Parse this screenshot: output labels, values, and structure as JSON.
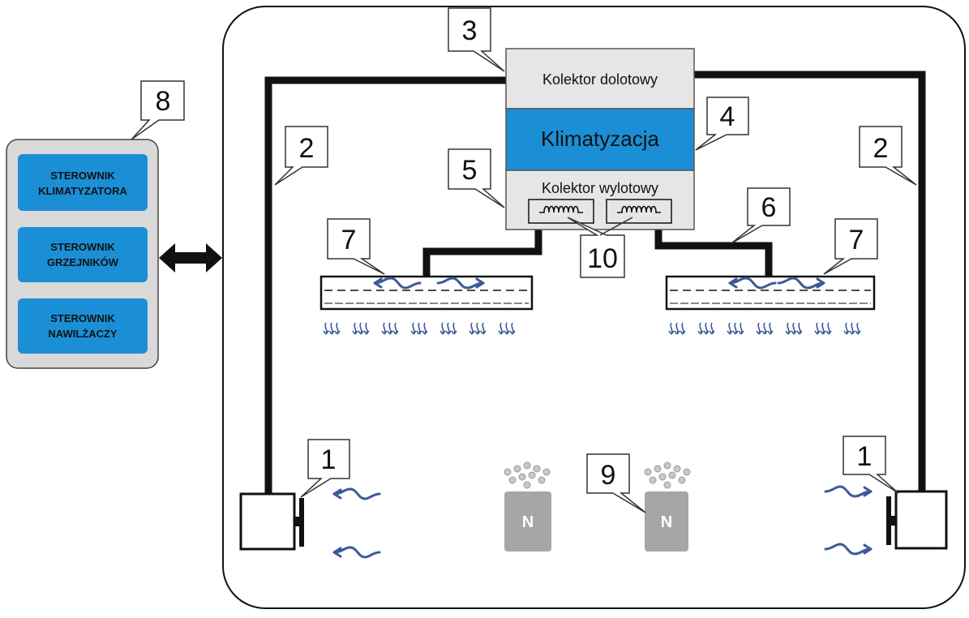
{
  "diagram": {
    "controller_panel": {
      "buttons": [
        {
          "line1": "STEROWNIK",
          "line2": "KLIMATYZATORA"
        },
        {
          "line1": "STEROWNIK",
          "line2": "GRZEJNIKÓW"
        },
        {
          "line1": "STEROWNIK",
          "line2": "NAWILŻACZY"
        }
      ]
    },
    "manifold": {
      "inlet_label": "Kolektor dolotowy",
      "ac_label": "Klimatyzacja",
      "outlet_label": "Kolektor wylotowy"
    },
    "humidifier_label": "N",
    "callouts": {
      "c1": "1",
      "c2": "2",
      "c3": "3",
      "c4": "4",
      "c5": "5",
      "c6": "6",
      "c7": "7",
      "c8": "8",
      "c9": "9",
      "c10": "10"
    },
    "colors": {
      "button_fill": "#1a8fd6",
      "panel_fill": "#d9d9d9",
      "manifold_fill": "#e6e6e6",
      "ac_fill": "#1a8fd6",
      "arrow_blue": "#3a5a99",
      "humidifier_fill": "#a6a6a6"
    }
  }
}
